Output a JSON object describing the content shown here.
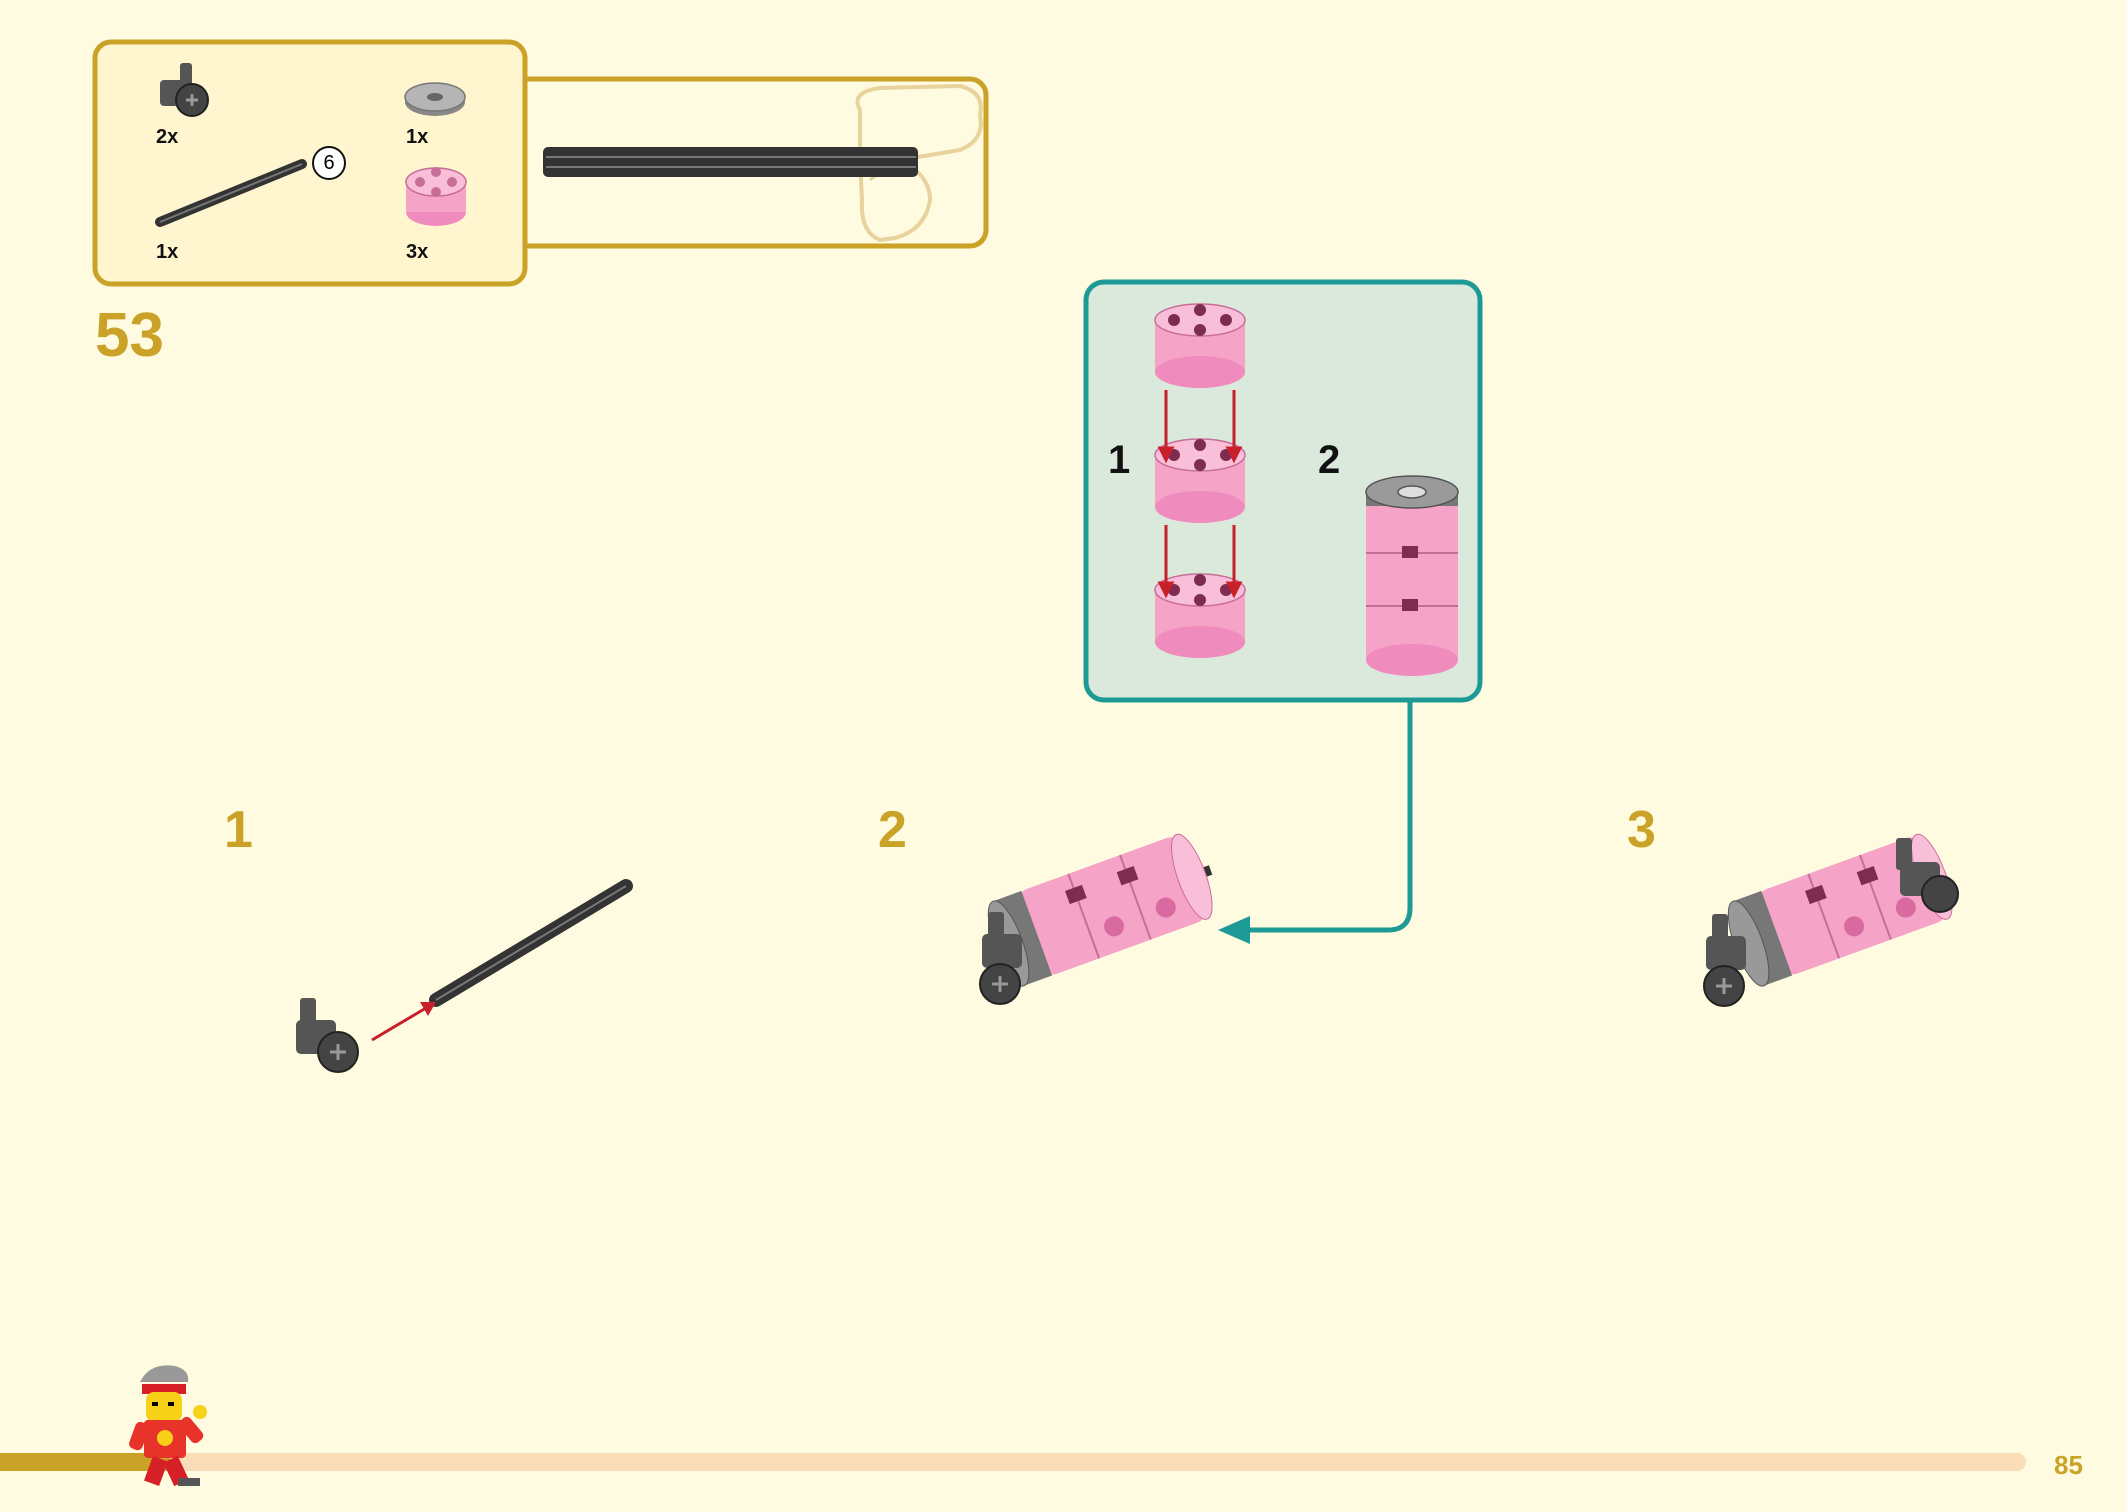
{
  "page": {
    "number": "85"
  },
  "parts_list": {
    "items": [
      {
        "name": "technic-pin-connector",
        "qty": "2x",
        "color": "#555555"
      },
      {
        "name": "round-tile-2x2-hole",
        "qty": "1x",
        "color": "#a9a9a9"
      },
      {
        "name": "technic-axle",
        "qty": "1x",
        "length": "6",
        "color": "#333333"
      },
      {
        "name": "round-brick-2x2-trans-pink",
        "qty": "3x",
        "color": "#f5a3c7"
      }
    ]
  },
  "step": {
    "number": "53",
    "substeps": [
      {
        "label": "1"
      },
      {
        "label": "2"
      },
      {
        "label": "3"
      }
    ]
  },
  "subassembly": {
    "labels": [
      "1",
      "2"
    ]
  },
  "colors": {
    "background": "#fffbe1",
    "accent_gold": "#c9a227",
    "inset_border": "#1e9a96",
    "inset_fill": "#dbe9dd",
    "arrow_red": "#c8202b",
    "pink": "#f08bbd",
    "progress_bar": "#f8ddb8"
  }
}
